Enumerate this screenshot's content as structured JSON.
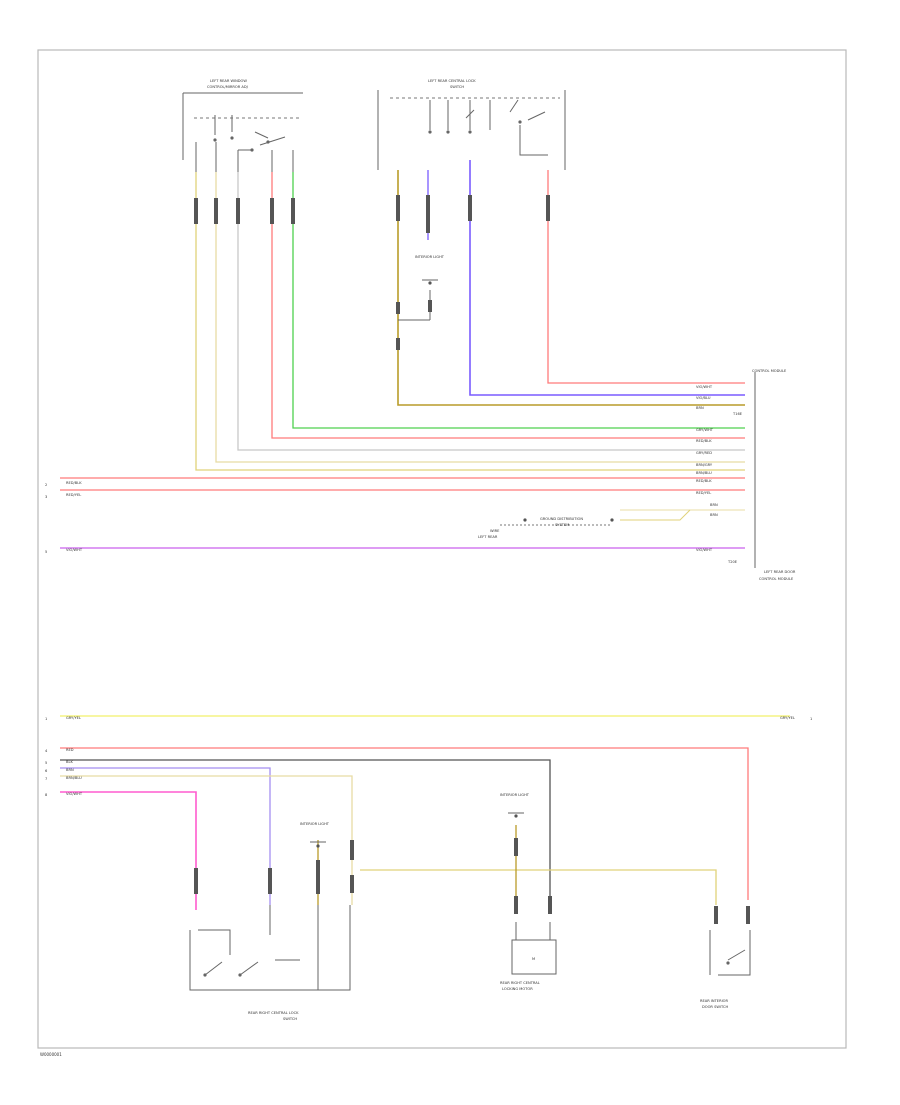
{
  "colors": {
    "red": "#ff7b7b",
    "pink": "#ff5ccf",
    "violet": "#d47cf0",
    "purple": "#7a5cff",
    "green": "#4fd14f",
    "yellow": "#e0d27a",
    "olive": "#b99c2a",
    "lightyellow": "#f2f06a",
    "beige": "#e8dca4",
    "gray": "#8a8a8a",
    "lightgray": "#c8c8c8",
    "dark": "#555555",
    "lavender": "#a48ef0",
    "orange": "#ffb060"
  },
  "footer": {
    "code": "W0000001"
  },
  "sheet_labels": {
    "left_top": [
      "2",
      "3"
    ],
    "left_mid": "5",
    "left_bottom_yl": "1",
    "left_bottom_group": [
      "4",
      "5",
      "6",
      "7",
      "8"
    ],
    "right_bottom": "1"
  }
}
